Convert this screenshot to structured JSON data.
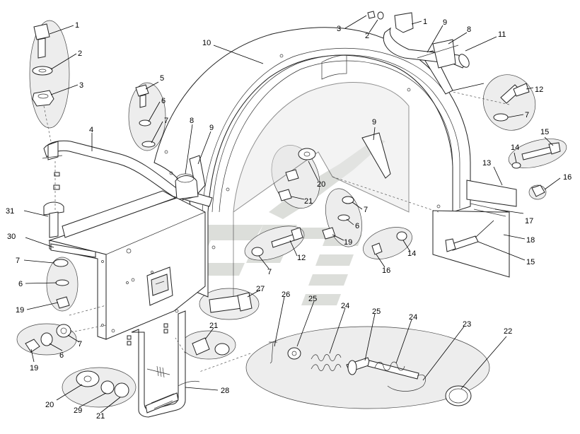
{
  "callouts": [
    {
      "id": "c1a",
      "label": "1"
    },
    {
      "id": "c2a",
      "label": "2"
    },
    {
      "id": "c3a",
      "label": "3"
    },
    {
      "id": "c4",
      "label": "4"
    },
    {
      "id": "c5",
      "label": "5"
    },
    {
      "id": "c6a",
      "label": "6"
    },
    {
      "id": "c7a",
      "label": "7"
    },
    {
      "id": "c8a",
      "label": "8"
    },
    {
      "id": "c9a",
      "label": "9"
    },
    {
      "id": "c10",
      "label": "10"
    },
    {
      "id": "c3b",
      "label": "3"
    },
    {
      "id": "c2b",
      "label": "2"
    },
    {
      "id": "c1b",
      "label": "1"
    },
    {
      "id": "c9b",
      "label": "9"
    },
    {
      "id": "c8b",
      "label": "8"
    },
    {
      "id": "c11",
      "label": "11"
    },
    {
      "id": "c12a",
      "label": "12"
    },
    {
      "id": "c7b",
      "label": "7"
    },
    {
      "id": "c15a",
      "label": "15"
    },
    {
      "id": "c14a",
      "label": "14"
    },
    {
      "id": "c13",
      "label": "13"
    },
    {
      "id": "c16a",
      "label": "16"
    },
    {
      "id": "c17",
      "label": "17"
    },
    {
      "id": "c18",
      "label": "18"
    },
    {
      "id": "c15b",
      "label": "15"
    },
    {
      "id": "c9c",
      "label": "9"
    },
    {
      "id": "c20a",
      "label": "20"
    },
    {
      "id": "c21a",
      "label": "21"
    },
    {
      "id": "c7c",
      "label": "7"
    },
    {
      "id": "c6b",
      "label": "6"
    },
    {
      "id": "c19a",
      "label": "19"
    },
    {
      "id": "c12b",
      "label": "12"
    },
    {
      "id": "c7d",
      "label": "7"
    },
    {
      "id": "c16b",
      "label": "16"
    },
    {
      "id": "c14b",
      "label": "14"
    },
    {
      "id": "c31",
      "label": "31"
    },
    {
      "id": "c30",
      "label": "30"
    },
    {
      "id": "c7e",
      "label": "7"
    },
    {
      "id": "c6c",
      "label": "6"
    },
    {
      "id": "c19b",
      "label": "19"
    },
    {
      "id": "c27",
      "label": "27"
    },
    {
      "id": "c26",
      "label": "26"
    },
    {
      "id": "c25a",
      "label": "25"
    },
    {
      "id": "c24a",
      "label": "24"
    },
    {
      "id": "c25b",
      "label": "25"
    },
    {
      "id": "c24b",
      "label": "24"
    },
    {
      "id": "c23",
      "label": "23"
    },
    {
      "id": "c22",
      "label": "22"
    },
    {
      "id": "c21b",
      "label": "21"
    },
    {
      "id": "c19c",
      "label": "19"
    },
    {
      "id": "c6d",
      "label": "6"
    },
    {
      "id": "c7f",
      "label": "7"
    },
    {
      "id": "c28",
      "label": "28"
    },
    {
      "id": "c20b",
      "label": "20"
    },
    {
      "id": "c29",
      "label": "29"
    },
    {
      "id": "c21c",
      "label": "21"
    }
  ]
}
